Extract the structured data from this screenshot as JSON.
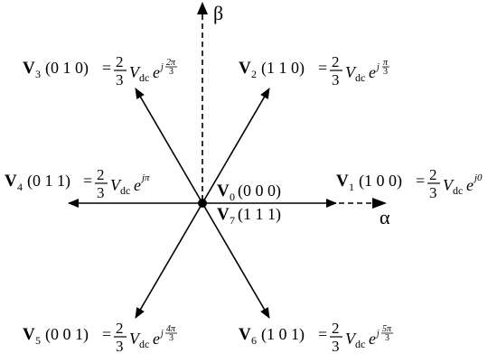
{
  "axes": {
    "alpha": "α",
    "beta": "β"
  },
  "origin": {
    "v0_name": "V",
    "v0_sub": "0",
    "v0_state": "(0 0 0)",
    "v7_name": "V",
    "v7_sub": "7",
    "v7_state": "(1 1 1)"
  },
  "vectors": [
    {
      "name": "V",
      "sub": "1",
      "state": "(1 0 0)",
      "eq": "=",
      "num": "2",
      "den": "3",
      "v": "V",
      "vsub": "dc",
      "e": "e",
      "exp": "j0"
    },
    {
      "name": "V",
      "sub": "2",
      "state": "(1 1 0)",
      "eq": "=",
      "num": "2",
      "den": "3",
      "v": "V",
      "vsub": "dc",
      "e": "e",
      "exp_j": "j",
      "exp_num": "π",
      "exp_den": "3"
    },
    {
      "name": "V",
      "sub": "3",
      "state": "(0 1 0)",
      "eq": "=",
      "num": "2",
      "den": "3",
      "v": "V",
      "vsub": "dc",
      "e": "e",
      "exp_j": "j",
      "exp_num": "2π",
      "exp_den": "3"
    },
    {
      "name": "V",
      "sub": "4",
      "state": "(0 1 1)",
      "eq": "=",
      "num": "2",
      "den": "3",
      "v": "V",
      "vsub": "dc",
      "e": "e",
      "exp": "jπ"
    },
    {
      "name": "V",
      "sub": "5",
      "state": "(0 0 1)",
      "eq": "=",
      "num": "2",
      "den": "3",
      "v": "V",
      "vsub": "dc",
      "e": "e",
      "exp_j": "j",
      "exp_num": "4π",
      "exp_den": "3"
    },
    {
      "name": "V",
      "sub": "6",
      "state": "(1 0 1)",
      "eq": "=",
      "num": "2",
      "den": "3",
      "v": "V",
      "vsub": "dc",
      "e": "e",
      "exp_j": "j",
      "exp_num": "5π",
      "exp_den": "3"
    }
  ]
}
